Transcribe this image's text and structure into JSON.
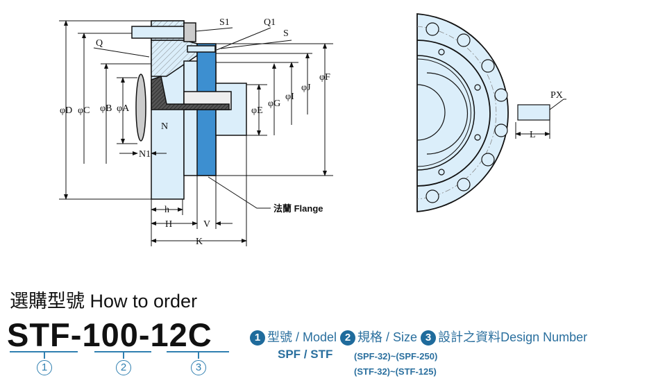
{
  "drawing": {
    "section_labels": {
      "S1": "S1",
      "Q1": "Q1",
      "S": "S",
      "Q": "Q",
      "D": "φD",
      "C": "φC",
      "B": "φB",
      "A": "φA",
      "E": "φE",
      "G": "φG",
      "I": "φI",
      "J": "φJ",
      "F": "φF",
      "N": "N",
      "N1": "N1",
      "h": "h",
      "H": "H",
      "V": "V",
      "K": "K"
    },
    "flange_label": "法蘭  Flange",
    "front_labels": {
      "PX": "PX",
      "L": "L"
    },
    "colors": {
      "light": "#dbeefa",
      "flange": "#3d8fd0",
      "outline": "#111111"
    }
  },
  "order": {
    "title": "選購型號  How to order",
    "part_number": {
      "p1": "STF",
      "sep1": "-",
      "p2": "100",
      "sep2": "-",
      "p3": "12C"
    },
    "circles": [
      "1",
      "2",
      "3"
    ],
    "legend": [
      {
        "num": "1",
        "label": "型號 / Model",
        "values": [
          "SPF / STF"
        ]
      },
      {
        "num": "2",
        "label": "規格 / Size",
        "values": [
          "(SPF-32)~(SPF-250)",
          "(STF-32)~(STF-125)"
        ]
      },
      {
        "num": "3",
        "label": "設計之資料Design Number",
        "values": []
      }
    ],
    "accent_color": "#2f7fb0"
  }
}
